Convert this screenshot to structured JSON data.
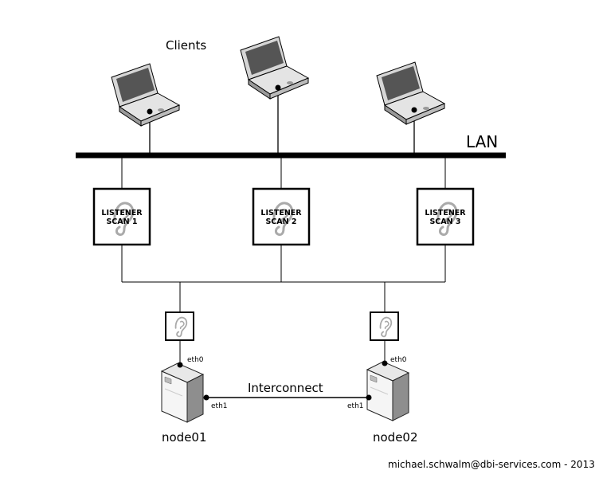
{
  "clients_label": "Clients",
  "lan_label": "LAN",
  "scan_listeners": [
    {
      "line1": "LISTENER",
      "line2": "SCAN 1"
    },
    {
      "line1": "LISTENER",
      "line2": "SCAN 2"
    },
    {
      "line1": "LISTENER",
      "line2": "SCAN 3"
    }
  ],
  "nodes": [
    {
      "name": "node01",
      "eth0": "eth0",
      "eth1": "eth1"
    },
    {
      "name": "node02",
      "eth0": "eth0",
      "eth1": "eth1"
    }
  ],
  "interconnect_label": "Interconnect",
  "footer": "michael.schwalm@dbi-services.com - 2013",
  "icons": [
    "laptop-icon",
    "ear-icon",
    "server-icon"
  ]
}
